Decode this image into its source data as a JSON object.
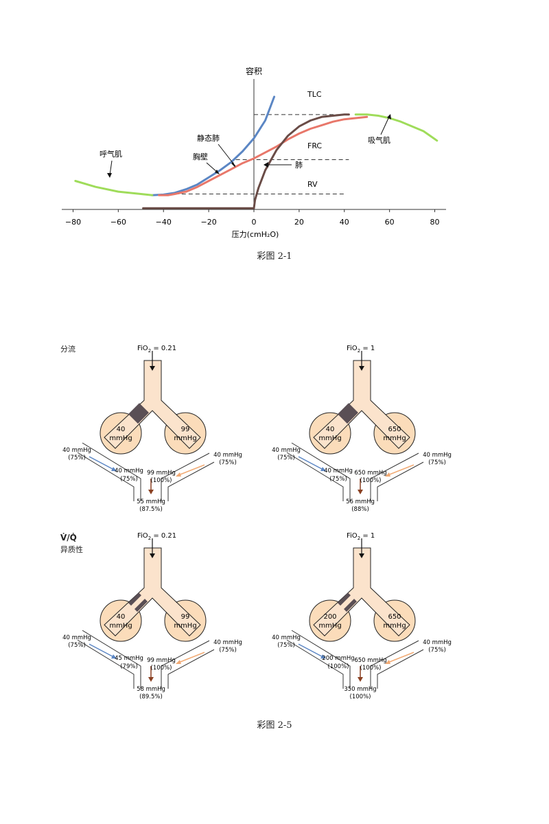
{
  "figure1": {
    "caption": "彩图 2-1",
    "y_axis_label": "容积",
    "x_axis_label": "压力(cmH₂O)",
    "labels": {
      "tlc": "TLC",
      "frc": "FRC",
      "rv": "RV",
      "static_lung": "静态肺",
      "chest_wall": "胸壁",
      "lung": "肺",
      "expiratory_muscle": "呼气肌",
      "inspiratory_muscle": "吸气肌"
    },
    "colors": {
      "chest_wall": "#5b86c4",
      "static_lung": "#e8776a",
      "lung": "#6a4c47",
      "muscle": "#9fdc5a"
    },
    "chart_data": {
      "type": "line",
      "xlim": [
        -85,
        85
      ],
      "x_ticks": [
        -80,
        -60,
        -40,
        -20,
        0,
        20,
        40,
        60,
        80
      ],
      "ylim": [
        0,
        1.1
      ],
      "reference_levels": {
        "RV": 0.13,
        "FRC": 0.42,
        "TLC": 0.8
      },
      "series": [
        {
          "name": "胸壁",
          "x": [
            -45,
            -40,
            -35,
            -30,
            -25,
            -20,
            -15,
            -10,
            -5,
            0,
            5,
            9
          ],
          "y": [
            0.12,
            0.125,
            0.14,
            0.17,
            0.21,
            0.27,
            0.33,
            0.4,
            0.49,
            0.6,
            0.75,
            0.95
          ]
        },
        {
          "name": "静态肺",
          "x": [
            -42,
            -38,
            -35,
            -30,
            -25,
            -20,
            -15,
            -10,
            -5,
            0,
            5,
            10,
            15,
            20,
            25,
            30,
            35,
            40,
            45,
            50
          ],
          "y": [
            0.12,
            0.12,
            0.13,
            0.15,
            0.19,
            0.24,
            0.29,
            0.34,
            0.39,
            0.43,
            0.48,
            0.53,
            0.59,
            0.64,
            0.68,
            0.71,
            0.74,
            0.76,
            0.77,
            0.78
          ]
        },
        {
          "name": "肺",
          "x": [
            -49,
            0,
            0.5,
            2,
            5,
            10,
            15,
            20,
            25,
            30,
            35,
            40,
            42
          ],
          "y": [
            0.01,
            0.01,
            0.08,
            0.18,
            0.33,
            0.5,
            0.62,
            0.7,
            0.75,
            0.78,
            0.79,
            0.8,
            0.8
          ]
        },
        {
          "name": "呼气肌",
          "x": [
            -79,
            -70,
            -60,
            -50,
            -45
          ],
          "y": [
            0.24,
            0.19,
            0.15,
            0.13,
            0.12
          ]
        },
        {
          "name": "吸气肌",
          "x": [
            45,
            50,
            55,
            60,
            65,
            70,
            75,
            81
          ],
          "y": [
            0.8,
            0.8,
            0.79,
            0.77,
            0.74,
            0.7,
            0.66,
            0.58
          ]
        }
      ]
    }
  },
  "figure2": {
    "caption": "彩图 2-5",
    "section_shunt": "分流",
    "section_vq_title": "V̇/Q̇",
    "section_vq_sub": "异质性",
    "colors": {
      "airway": "#fbe3cc",
      "alveolus": "#fbdcba",
      "obstruction": "#5a4f55",
      "arrow_left": "#5b86c4",
      "arrow_right": "#f1aa74",
      "arrow_mixed": "#8a4022"
    },
    "panels": [
      {
        "fio2_label": "FiO",
        "fio2_value": "= 0.21",
        "left_alv": [
          "40",
          "mmHg"
        ],
        "right_alv": [
          "99",
          "mmHg"
        ],
        "in_left": [
          "40 mmHg",
          "(75%)"
        ],
        "in_right": [
          "40 mmHg",
          "(75%)"
        ],
        "out_left": [
          "40 mmHg",
          "(75%)"
        ],
        "out_right": [
          "99 mmHg",
          "(100%)"
        ],
        "mixed": [
          "55 mmHg",
          "(87.5%)"
        ],
        "partial": false
      },
      {
        "fio2_label": "FiO",
        "fio2_value": "= 1",
        "left_alv": [
          "40",
          "mmHg"
        ],
        "right_alv": [
          "650",
          "mmHg"
        ],
        "in_left": [
          "40 mmHg",
          "(75%)"
        ],
        "in_right": [
          "40 mmHg",
          "(75%)"
        ],
        "out_left": [
          "40 mmHg",
          "(75%)"
        ],
        "out_right": [
          "650 mmHg",
          "(100%)"
        ],
        "mixed": [
          "56 mmHg",
          "(88%)"
        ],
        "partial": false
      },
      {
        "fio2_label": "FiO",
        "fio2_value": "= 0.21",
        "left_alv": [
          "40",
          "mmHg"
        ],
        "right_alv": [
          "99",
          "mmHg"
        ],
        "in_left": [
          "40 mmHg",
          "(75%)"
        ],
        "in_right": [
          "40 mmHg",
          "(75%)"
        ],
        "out_left": [
          "45 mmHg",
          "(79%)"
        ],
        "out_right": [
          "99 mmHg",
          "(100%)"
        ],
        "mixed": [
          "58 mmHg",
          "(89.5%)"
        ],
        "partial": true
      },
      {
        "fio2_label": "FiO",
        "fio2_value": "= 1",
        "left_alv": [
          "200",
          "mmHg"
        ],
        "right_alv": [
          "650",
          "mmHg"
        ],
        "in_left": [
          "40 mmHg",
          "(75%)"
        ],
        "in_right": [
          "40 mmHg",
          "(75%)"
        ],
        "out_left": [
          "200 mmHg",
          "(100%)"
        ],
        "out_right": [
          "650 mmHg",
          "(100%)"
        ],
        "mixed": [
          "350 mmHg",
          "(100%)"
        ],
        "partial": true
      }
    ]
  }
}
